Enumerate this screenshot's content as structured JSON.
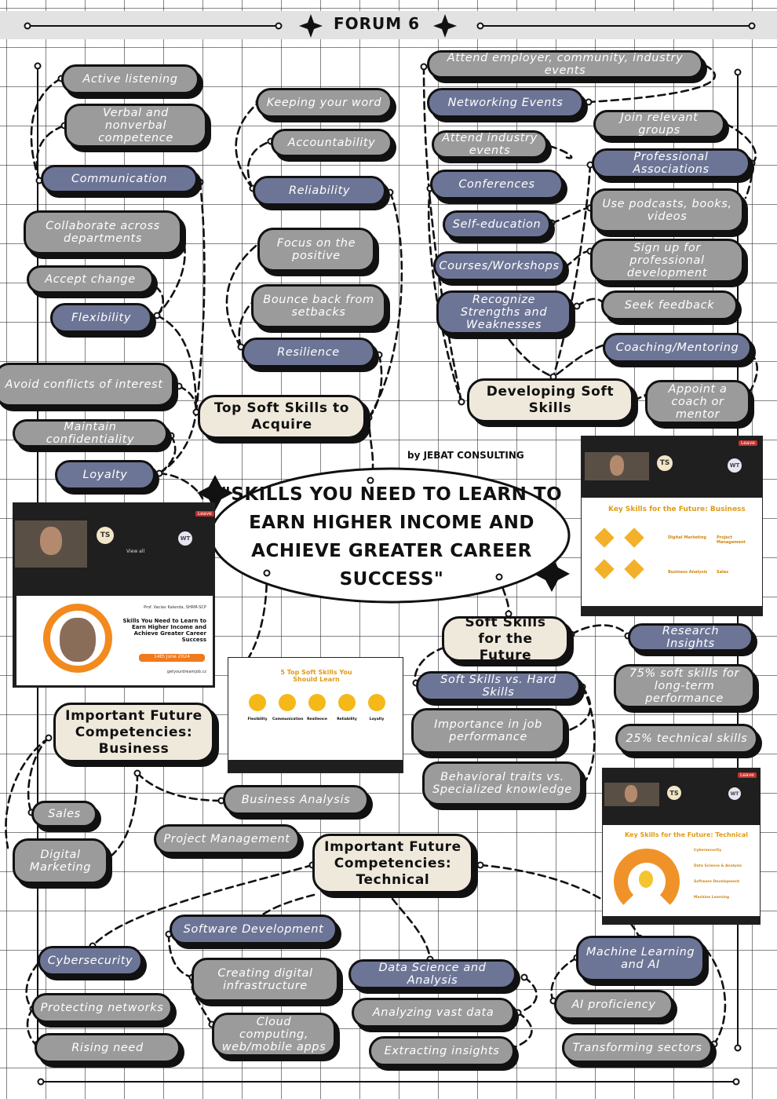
{
  "header": {
    "title": "FORUM 6"
  },
  "central": {
    "text": "\"SKILLS YOU NEED TO LEARN TO EARN HIGHER INCOME AND ACHIEVE GREATER CAREER SUCCESS\"",
    "byline": "by JEBAT CONSULTING"
  },
  "hubs": {
    "top_soft": "Top Soft Skills to Acquire",
    "developing": "Developing Soft Skills",
    "future": "Soft Skills for the Future",
    "business": "Important Future Competencies: Business",
    "technical": "Important Future Competencies: Technical"
  },
  "left_branch": {
    "active_listening": "Active listening",
    "verbal": "Verbal and nonverbal competence",
    "communication": "Communication",
    "collaborate": "Collaborate across departments",
    "accept_change": "Accept change",
    "flexibility": "Flexibility",
    "avoid_conflicts": "Avoid conflicts of interest",
    "confidentiality": "Maintain confidentiality",
    "loyalty": "Loyalty"
  },
  "mid_branch": {
    "keeping_word": "Keeping your word",
    "accountability": "Accountability",
    "reliability": "Reliability",
    "focus_positive": "Focus on the positive",
    "bounce_back": "Bounce back from setbacks",
    "resilience": "Resilience"
  },
  "developing_branch": {
    "attend_events": "Attend employer, community, industry events",
    "networking": "Networking Events",
    "join_groups": "Join relevant groups",
    "attend_industry": "Attend industry events",
    "professional_assoc": "Professional Associations",
    "conferences": "Conferences",
    "podcasts": "Use podcasts, books, videos",
    "self_education": "Self-education",
    "sign_up": "Sign up for professional development",
    "courses": "Courses/Workshops",
    "recognize": "Recognize Strengths and Weaknesses",
    "seek_feedback": "Seek feedback",
    "coaching": "Coaching/Mentoring",
    "appoint_coach": "Appoint a coach or mentor"
  },
  "future_branch": {
    "research": "Research Insights",
    "soft_vs_hard": "Soft Skills vs. Hard Skills",
    "pct75": "75% soft skills for long-term performance",
    "importance": "Importance in job performance",
    "pct25": "25% technical skills",
    "behavioral": "Behavioral traits vs. Specialized knowledge"
  },
  "business_branch": {
    "business_analysis": "Business Analysis",
    "sales": "Sales",
    "project_mgmt": "Project Management",
    "digital_marketing": "Digital Marketing"
  },
  "technical_branch": {
    "software_dev": "Software Development",
    "cybersecurity": "Cybersecurity",
    "digital_infra": "Creating digital infrastructure",
    "data_science": "Data Science and Analysis",
    "machine_learning": "Machine Learning and AI",
    "protecting": "Protecting networks",
    "analyzing": "Analyzing vast data",
    "ai_proficiency": "AI proficiency",
    "cloud": "Cloud computing, web/mobile apps",
    "rising_need": "Rising need",
    "extracting": "Extracting insights",
    "transforming": "Transforming sectors"
  },
  "screenshots": {
    "meeting_ts": "TS",
    "meeting_wt": "WT",
    "view_all": "View all",
    "leave": "Leave",
    "slide_business_title": "Key Skills for the Future: Business",
    "slide_business_items": [
      "Digital Marketing",
      "Project Management",
      "Business Analysis",
      "Sales"
    ],
    "slide_technical_title": "Key Skills for the Future: Technical",
    "slide_technical_items": [
      "Cybersecurity",
      "Data Science & Analysis",
      "Software Development",
      "Machine Learning"
    ],
    "slide_top5_title": "5 Top Soft Skills You Should Learn",
    "slide_top5_items": [
      "Flexibility",
      "Communication",
      "Resilience",
      "Reliability",
      "Loyalty"
    ],
    "cover_author": "Prof. Vaclav Kalenda, SHRM-SCP",
    "cover_title": "Skills You Need to Learn to Earn Higher Income and Achieve Greater Career Success",
    "cover_date": "14th June 2024",
    "cover_site": "getyourdreamjob.cz"
  },
  "colors": {
    "gray_pill": "#9b9b9b",
    "blue_pill": "#6d7596",
    "hub": "#efe9dc",
    "accent": "#e09a16"
  }
}
